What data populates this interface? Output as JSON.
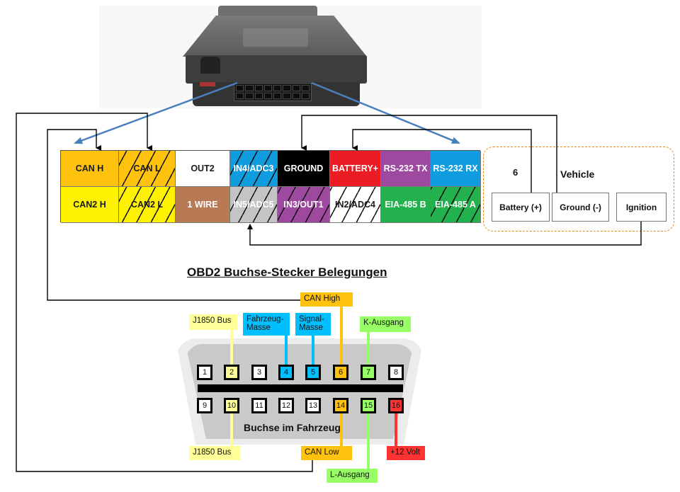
{
  "device": {
    "name": "GPS tracker device",
    "connector_pins": 16
  },
  "pin_table": {
    "rows": [
      [
        {
          "label": "CAN H",
          "bg": "#ffc20e",
          "fg": "#1a1a1a",
          "hatched": false
        },
        {
          "label": "CAN L",
          "bg": "#ffc20e",
          "fg": "#1a1a1a",
          "hatched": true
        },
        {
          "label": "OUT2",
          "bg": "#ffffff",
          "fg": "#1a1a1a",
          "hatched": false
        },
        {
          "label": "IN4/ADC3",
          "bg": "#0f9de0",
          "fg": "#ffffff",
          "hatched": true
        },
        {
          "label": "GROUND",
          "bg": "#000000",
          "fg": "#ffffff",
          "hatched": false
        },
        {
          "label": "BATTERY+",
          "bg": "#ec1c24",
          "fg": "#ffffff",
          "hatched": false
        },
        {
          "label": "RS-232 TX",
          "bg": "#9e49a0",
          "fg": "#ffffff",
          "hatched": false
        },
        {
          "label": "RS-232 RX",
          "bg": "#0f9de0",
          "fg": "#ffffff",
          "hatched": false
        }
      ],
      [
        {
          "label": "CAN2 H",
          "bg": "#fff200",
          "fg": "#1a1a1a",
          "hatched": false
        },
        {
          "label": "CAN2 L",
          "bg": "#fff200",
          "fg": "#1a1a1a",
          "hatched": true
        },
        {
          "label": "1 WIRE",
          "bg": "#b87a55",
          "fg": "#ffffff",
          "hatched": false
        },
        {
          "label": "IN5/ADC5",
          "bg": "#c4c4c4",
          "fg": "#ffffff",
          "hatched": true
        },
        {
          "label": "IN3/OUT1",
          "bg": "#9e49a0",
          "fg": "#ffffff",
          "hatched": true
        },
        {
          "label": "IN2/ADC4",
          "bg": "#ffffff",
          "fg": "#1a1a1a",
          "hatched": true
        },
        {
          "label": "EIA-485 B",
          "bg": "#22b14c",
          "fg": "#ffffff",
          "hatched": false
        },
        {
          "label": "EIA-485 A",
          "bg": "#22b14c",
          "fg": "#ffffff",
          "hatched": true
        }
      ]
    ]
  },
  "vehicle": {
    "number": "6",
    "title": "Vehicle",
    "battery": "Battery (+)",
    "ground": "Ground (-)",
    "ignition": "Ignition",
    "border_color": "#e8891a"
  },
  "obd": {
    "title": "OBD2 Buchse-Stecker Belegungen",
    "socket_label": "Buchse im Fahrzeug",
    "pins_top": [
      {
        "n": "1",
        "color": "#ffffff"
      },
      {
        "n": "2",
        "color": "#ffff99"
      },
      {
        "n": "3",
        "color": "#ffffff"
      },
      {
        "n": "4",
        "color": "#00bfff"
      },
      {
        "n": "5",
        "color": "#00bfff"
      },
      {
        "n": "6",
        "color": "#ffc20e"
      },
      {
        "n": "7",
        "color": "#99ff66"
      },
      {
        "n": "8",
        "color": "#ffffff"
      }
    ],
    "pins_bottom": [
      {
        "n": "9",
        "color": "#ffffff"
      },
      {
        "n": "10",
        "color": "#ffff99"
      },
      {
        "n": "11",
        "color": "#ffffff"
      },
      {
        "n": "12",
        "color": "#ffffff"
      },
      {
        "n": "13",
        "color": "#ffffff"
      },
      {
        "n": "14",
        "color": "#ffc20e"
      },
      {
        "n": "15",
        "color": "#99ff66"
      },
      {
        "n": "16",
        "color": "#ff3333"
      }
    ],
    "labels": {
      "pin2": {
        "text": "J1850 Bus",
        "color": "#ffff99"
      },
      "pin4": {
        "text": "Fahrzeug-\nMasse",
        "color": "#00bfff"
      },
      "pin5": {
        "text": "Signal-\nMasse",
        "color": "#00bfff"
      },
      "pin6": {
        "text": "CAN High",
        "color": "#ffc20e"
      },
      "pin7": {
        "text": "K-Ausgang",
        "color": "#99ff66"
      },
      "pin10": {
        "text": "J1850 Bus",
        "color": "#ffff99"
      },
      "pin14": {
        "text": "CAN Low",
        "color": "#ffc20e"
      },
      "pin15": {
        "text": "L-Ausgang",
        "color": "#99ff66"
      },
      "pin16": {
        "text": "+12 Volt",
        "color": "#ff3333"
      }
    }
  },
  "colors": {
    "arrow_blue": "#4a7ebf",
    "wire": "#000000"
  }
}
